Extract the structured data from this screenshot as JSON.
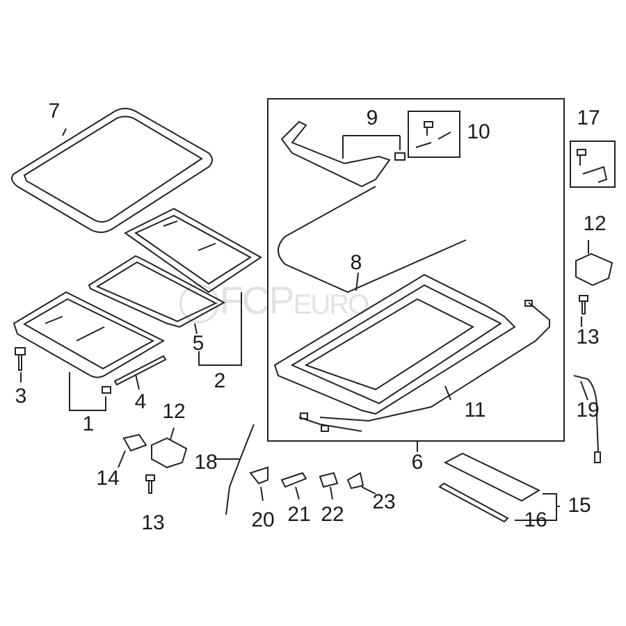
{
  "watermark": {
    "brand": "FCP",
    "suffix": "EURO"
  },
  "callouts": [
    {
      "id": "p7",
      "label": "7"
    },
    {
      "id": "p9",
      "label": "9"
    },
    {
      "id": "p10",
      "label": "10"
    },
    {
      "id": "p17",
      "label": "17"
    },
    {
      "id": "p12a",
      "label": "12"
    },
    {
      "id": "p8",
      "label": "8"
    },
    {
      "id": "p13a",
      "label": "13"
    },
    {
      "id": "p5",
      "label": "5"
    },
    {
      "id": "p2",
      "label": "2"
    },
    {
      "id": "p3",
      "label": "3"
    },
    {
      "id": "p4",
      "label": "4"
    },
    {
      "id": "p1",
      "label": "1"
    },
    {
      "id": "p11",
      "label": "11"
    },
    {
      "id": "p19",
      "label": "19"
    },
    {
      "id": "p12b",
      "label": "12"
    },
    {
      "id": "p6",
      "label": "6"
    },
    {
      "id": "p18",
      "label": "18"
    },
    {
      "id": "p14",
      "label": "14"
    },
    {
      "id": "p20",
      "label": "20"
    },
    {
      "id": "p21",
      "label": "21"
    },
    {
      "id": "p22",
      "label": "22"
    },
    {
      "id": "p23",
      "label": "23"
    },
    {
      "id": "p13b",
      "label": "13"
    },
    {
      "id": "p15",
      "label": "15"
    },
    {
      "id": "p16",
      "label": "16"
    }
  ]
}
